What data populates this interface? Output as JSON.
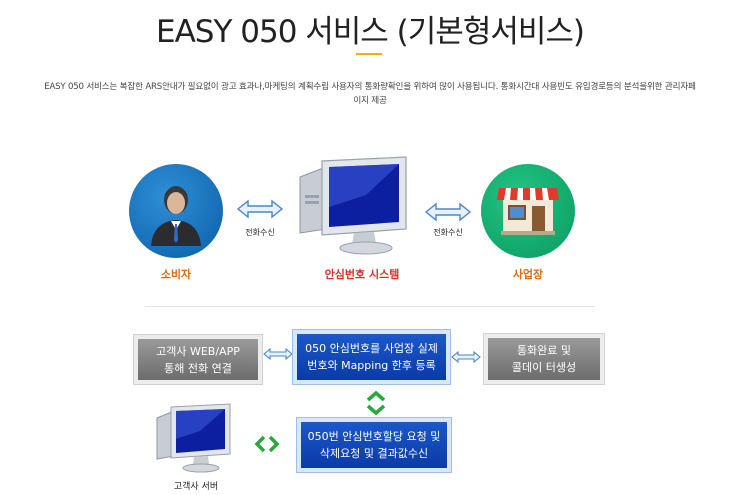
{
  "header": {
    "title": "EASY 050 서비스 (기본형서비스)",
    "description_line1": "EASY 050 서비스는 복잡한 ARS안내가 필요없이 광고 효과나,마케팅의 계획수립 사용자의 통화량확인을 위하여 많이 사용됩니다. 통화시간대 사용빈도 유입경로등의 분석을위한 관리자페",
    "description_line2": "이지 제공"
  },
  "flow_top": {
    "consumer_label": "소비자",
    "system_label": "안심번호 시스템",
    "business_label": "사업장",
    "call_receive_left": "전화수신",
    "call_receive_right": "전화수신"
  },
  "flow_bottom": {
    "box_web_app": [
      "고객사 WEB/APP",
      "통해 전화 연결"
    ],
    "box_mapping": [
      "050 안심번호를 사업장 실제",
      "번호와 Mapping 한후 등록"
    ],
    "box_complete": [
      "통화완료 및",
      "콜데이 터생성"
    ],
    "box_request": [
      "050번 안심번호할당 요청 및",
      "삭제요청 및 결과값수신"
    ],
    "server_label": "고객사 서버"
  },
  "colors": {
    "accent_yellow": "#f2b300",
    "consumer_circle": "#0a5ea8",
    "business_circle": "#0b9a60",
    "orange_label": "#e06a10",
    "red_label": "#d8302a",
    "box_blue": "#0a3aa8",
    "box_gray": "#6c6c6c"
  },
  "icons": [
    "businessman-icon",
    "computer-monitor-icon",
    "shop-icon",
    "double-arrow-icon",
    "vertical-double-arrow-icon"
  ]
}
